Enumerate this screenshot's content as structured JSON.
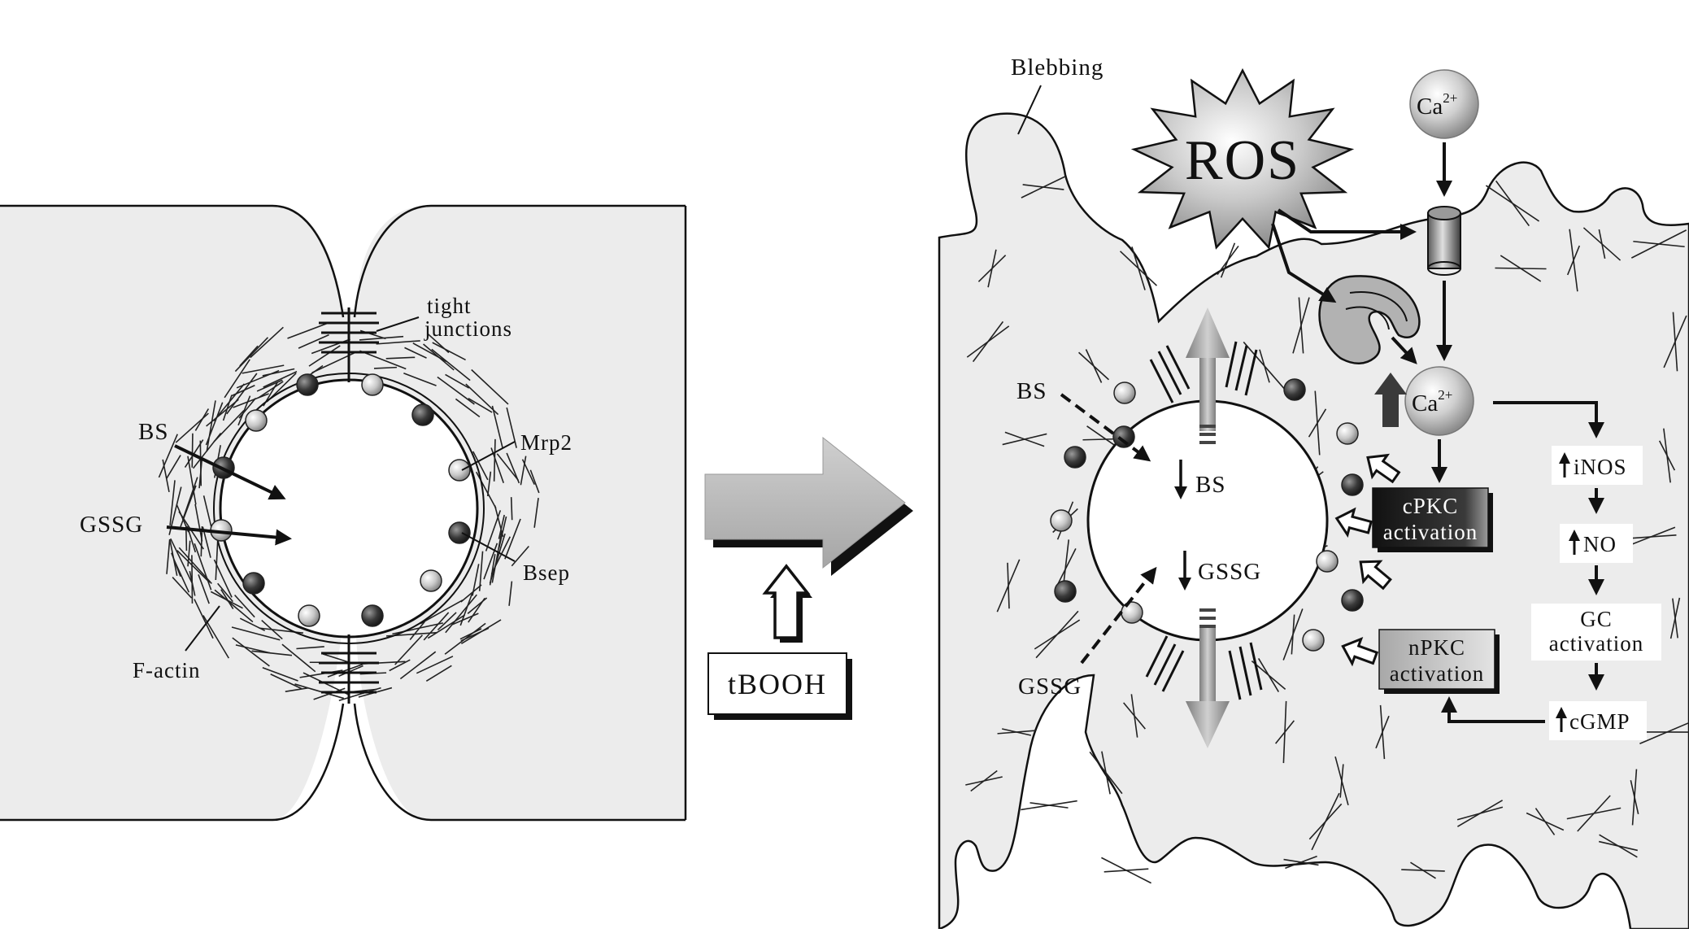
{
  "left_panel": {
    "tight_junctions_line1": "tight",
    "tight_junctions_line2": "junctions",
    "mrp2": "Mrp2",
    "bs": "BS",
    "gssg": "GSSG",
    "bsep": "Bsep",
    "f_actin": "F-actin"
  },
  "center": {
    "treatment": "tBOOH"
  },
  "right_panel": {
    "blebbing": "Blebbing",
    "ros": "ROS",
    "ca_base": "Ca",
    "ca_sup": "2+",
    "bs_outside": "BS",
    "bs_inside": "BS",
    "gssg_inside": "GSSG",
    "gssg_outside": "GSSG",
    "cpkc_line1": "cPKC",
    "cpkc_line2": "activation",
    "npkc_line1": "nPKC",
    "npkc_line2": "activation",
    "inos": "iNOS",
    "no": "NO",
    "gc_line1": "GC",
    "gc_line2": "activation",
    "cgmp": "cGMP"
  },
  "colors": {
    "cell_fill": "#ececec",
    "dark_bead": "#3a3a3a",
    "light_bead": "#c8c8c8",
    "ros_fill": "#b5b5b5",
    "cpkc_fill": "#1f1f1f",
    "npkc_fill": "#bdbdbd"
  }
}
